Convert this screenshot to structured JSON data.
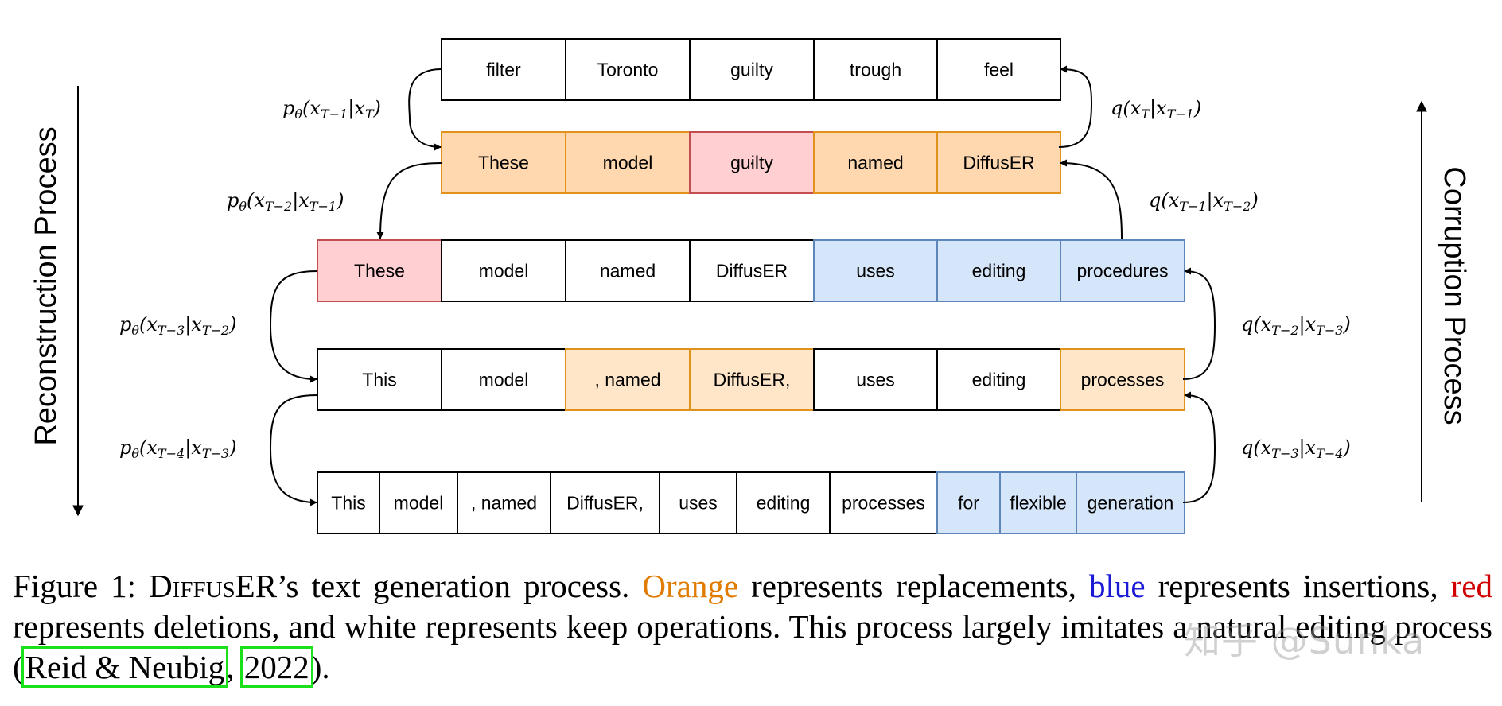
{
  "colors": {
    "white_fill": "#ffffff",
    "orange_fill": "#ffd8b0",
    "orange_light_fill": "#ffe6c8",
    "orange_stroke": "#e0921d",
    "red_fill": "#ffcfd2",
    "red_stroke": "#c44d52",
    "blue_fill": "#d6e6fa",
    "blue_stroke": "#5d87b8",
    "black_stroke": "#000000",
    "caption_orange": "#e07b00",
    "caption_blue": "#1a1ad6",
    "caption_red": "#d10000",
    "citation_box": "#19e019"
  },
  "diagram": {
    "left_label": "Reconstruction Process",
    "right_label": "Corruption Process",
    "rows": [
      {
        "tokens": [
          {
            "text": "filter",
            "kind": "white"
          },
          {
            "text": "Toronto",
            "kind": "white"
          },
          {
            "text": "guilty",
            "kind": "white"
          },
          {
            "text": "trough",
            "kind": "white"
          },
          {
            "text": "feel",
            "kind": "white"
          }
        ]
      },
      {
        "tokens": [
          {
            "text": "These",
            "kind": "orange"
          },
          {
            "text": "model",
            "kind": "orange"
          },
          {
            "text": "guilty",
            "kind": "red"
          },
          {
            "text": "named",
            "kind": "orange"
          },
          {
            "text": "DiffusER",
            "kind": "orange"
          }
        ]
      },
      {
        "tokens": [
          {
            "text": "These",
            "kind": "red"
          },
          {
            "text": "model",
            "kind": "white"
          },
          {
            "text": "named",
            "kind": "white"
          },
          {
            "text": "DiffusER",
            "kind": "white"
          },
          {
            "text": "uses",
            "kind": "blue"
          },
          {
            "text": "editing",
            "kind": "blue"
          },
          {
            "text": "procedures",
            "kind": "blue"
          }
        ]
      },
      {
        "tokens": [
          {
            "text": "This",
            "kind": "white"
          },
          {
            "text": "model",
            "kind": "white"
          },
          {
            "text": ", named",
            "kind": "orange-light"
          },
          {
            "text": "DiffusER,",
            "kind": "orange-light"
          },
          {
            "text": "uses",
            "kind": "white"
          },
          {
            "text": "editing",
            "kind": "white"
          },
          {
            "text": "processes",
            "kind": "orange-light"
          }
        ]
      },
      {
        "tokens": [
          {
            "text": "This",
            "kind": "white"
          },
          {
            "text": "model",
            "kind": "white"
          },
          {
            "text": ", named",
            "kind": "white"
          },
          {
            "text": "DiffusER,",
            "kind": "white"
          },
          {
            "text": "uses",
            "kind": "white"
          },
          {
            "text": "editing",
            "kind": "white"
          },
          {
            "text": "processes",
            "kind": "white"
          },
          {
            "text": "for",
            "kind": "blue"
          },
          {
            "text": "flexible",
            "kind": "blue"
          },
          {
            "text": "generation",
            "kind": "blue"
          }
        ]
      }
    ],
    "left_equations": [
      "p_θ(x_{T−1}|x_T)",
      "p_θ(x_{T−2}|x_{T−1})",
      "p_θ(x_{T−3}|x_{T−2})",
      "p_θ(x_{T−4}|x_{T−3})"
    ],
    "right_equations": [
      "q(x_T|x_{T−1})",
      "q(x_{T−1}|x_{T−2})",
      "q(x_{T−2}|x_{T−3})",
      "q(x_{T−3}|x_{T−4})"
    ]
  },
  "caption": {
    "figure_label": "Figure 1:",
    "name_D": "D",
    "name_iffus": "iffus",
    "name_ER": "ER",
    "part1": "’s text generation process. ",
    "orange_word": "Orange",
    "part2": " represents replacements, ",
    "blue_word": "blue",
    "part3": " represents insertions, ",
    "red_word": "red",
    "part4": " represents deletions, and white represents keep operations. This process largely imitates a natural editing process (",
    "cite_authors": "Reid & Neubig",
    "cite_sep": ", ",
    "cite_year": "2022",
    "part5": ")."
  },
  "watermark": "知乎 @Sunka"
}
